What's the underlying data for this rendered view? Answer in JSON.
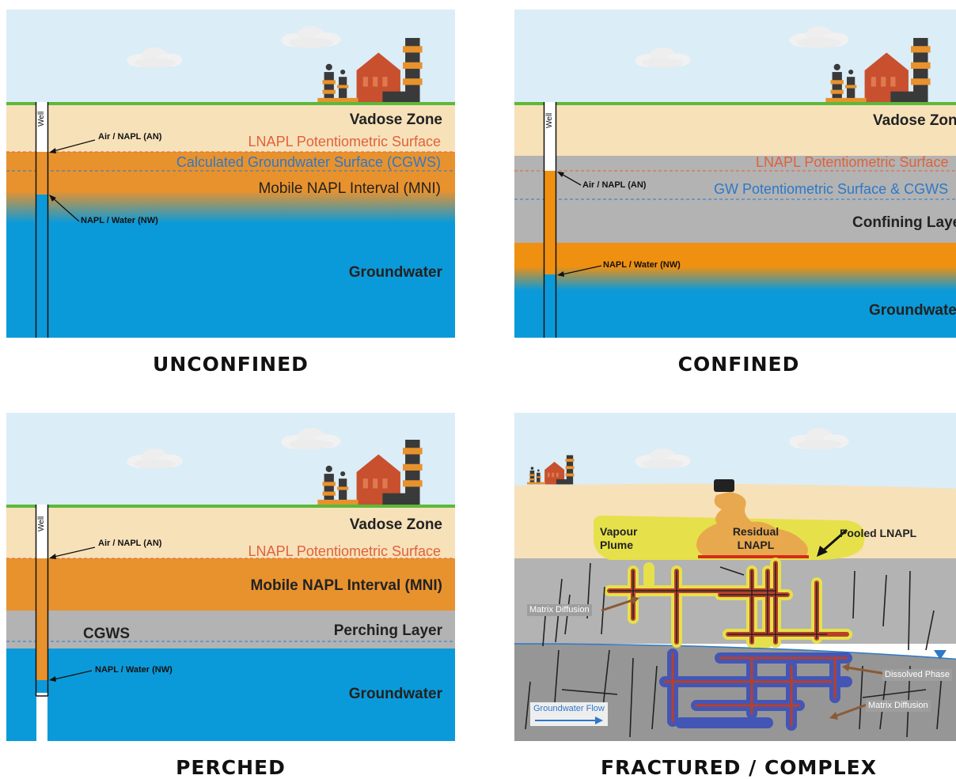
{
  "captions": {
    "unconfined": "UNCONFINED",
    "confined": "CONFINED",
    "perched": "PERCHED",
    "fractured": "FRACTURED / COMPLEX"
  },
  "unconfined": {
    "well": "Well",
    "vadose": "Vadose Zone",
    "lnapl_surface": "LNAPL Potentiometric Surface",
    "cgws": "Calculated Groundwater Surface (CGWS)",
    "mni": "Mobile NAPL Interval (MNI)",
    "groundwater": "Groundwater",
    "an": "Air / NAPL (AN)",
    "nw": "NAPL / Water (NW)"
  },
  "confined": {
    "well": "Well",
    "vadose": "Vadose Zone",
    "lnapl_surface": "LNAPL Potentiometric Surface",
    "gw_surface": "GW Potentiometric Surface & CGWS",
    "confining": "Confining Layer",
    "groundwater": "Groundwater",
    "an": "Air / NAPL (AN)",
    "nw": "NAPL / Water (NW)"
  },
  "perched": {
    "well": "Well",
    "vadose": "Vadose Zone",
    "lnapl_surface": "LNAPL Potentiometric Surface",
    "mni": "Mobile NAPL Interval (MNI)",
    "cgws": "CGWS",
    "perching": "Perching Layer",
    "groundwater": "Groundwater",
    "an": "Air / NAPL (AN)",
    "nw": "NAPL / Water (NW)"
  },
  "fractured": {
    "vapour": "Vapour Plume",
    "residual": "Residual LNAPL",
    "pooled": "Pooled LNAPL",
    "matrix_diffusion_upper": "Matrix Diffusion",
    "dissolved": "Dissolved Phase",
    "matrix_diffusion_lower": "Matrix Diffusion",
    "gw_flow": "Groundwater Flow"
  },
  "colors": {
    "sky": "#dbedf7",
    "grass": "#5cb83a",
    "vadose": "#f7e1b9",
    "napl": "#e8922e",
    "groundwater": "#0b9ad9",
    "clay": "#b3b3b3",
    "rock": "#969696",
    "vapour": "#e6e14a"
  }
}
